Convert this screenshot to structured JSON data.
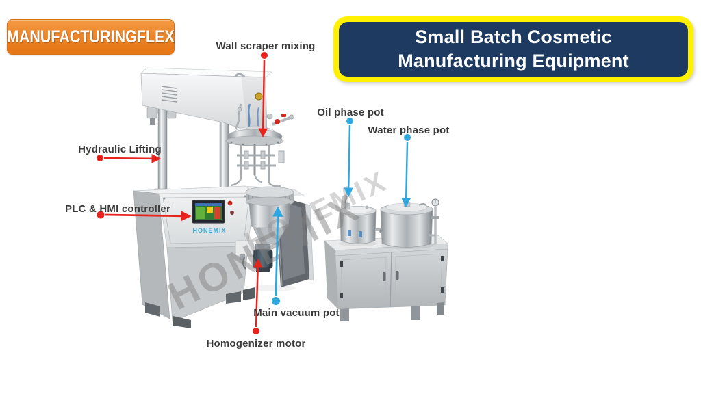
{
  "page": {
    "background": "#FFFFFF"
  },
  "logo": {
    "text": "MANUFACTURINGFLEX"
  },
  "title": {
    "line1": "Small Batch Cosmetic",
    "line2": "Manufacturing Equipment"
  },
  "brand": {
    "text": "HONEMIX"
  },
  "watermark": {
    "text": "HONEMIX"
  },
  "labels": [
    {
      "id": "wall-scraper-mixing",
      "text": "Wall scraper mixing",
      "accent": "red"
    },
    {
      "id": "oil-phase-pot",
      "text": "Oil phase pot",
      "accent": "blue"
    },
    {
      "id": "water-phase-pot",
      "text": "Water phase pot",
      "accent": "blue"
    },
    {
      "id": "hydraulic-lifting",
      "text": "Hydraulic Lifting",
      "accent": "red"
    },
    {
      "id": "plc-hmi-controller",
      "text": "PLC & HMI controller",
      "accent": "red"
    },
    {
      "id": "main-vacuum-pot",
      "text": "Main vacuum pot",
      "accent": "blue"
    },
    {
      "id": "homogenizer-motor",
      "text": "Homogenizer motor",
      "accent": "red"
    }
  ],
  "colors": {
    "red_accent": "#E8231D",
    "blue_accent": "#2FA8E1",
    "label_text": "#3B3B3B",
    "watermark_gray": "#828282",
    "logo_bg": "#E67817",
    "logo_bg_light": "#F49A43",
    "logo_text": "#FFFFFF",
    "title_bg": "#1E3A60",
    "title_border": "#FFF100",
    "title_text": "#FFFFFF",
    "brand_blue": "#3FA9D0"
  }
}
